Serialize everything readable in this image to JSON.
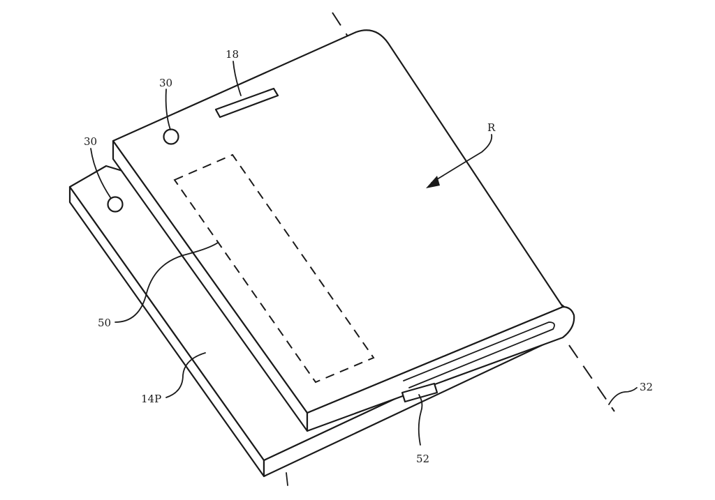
{
  "labels": {
    "receiver": "18",
    "sensor_top": "30",
    "sensor_side": "30",
    "region": "R",
    "window": "50",
    "housing_portion": "14P",
    "connector": "52",
    "axis": "32"
  }
}
